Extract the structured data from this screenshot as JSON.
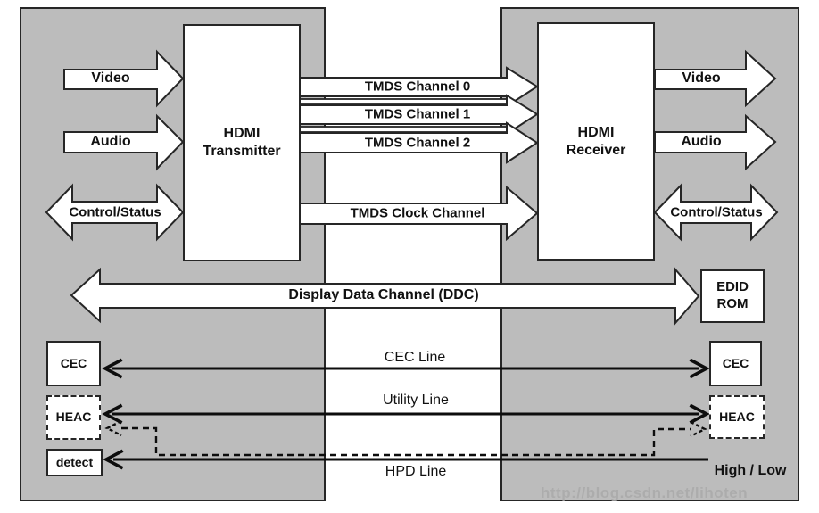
{
  "transmitter": {
    "line1": "HDMI",
    "line2": "Transmitter"
  },
  "receiver": {
    "line1": "HDMI",
    "line2": "Receiver"
  },
  "left_arrows": {
    "video": "Video",
    "audio": "Audio",
    "control": "Control/Status"
  },
  "right_arrows": {
    "video": "Video",
    "audio": "Audio",
    "control": "Control/Status"
  },
  "tmds": {
    "channel0": "TMDS Channel 0",
    "channel1": "TMDS Channel 1",
    "channel2": "TMDS Channel 2",
    "clock": "TMDS Clock Channel"
  },
  "ddc": {
    "label": "Display Data Channel (DDC)"
  },
  "edid": {
    "line1": "EDID",
    "line2": "ROM"
  },
  "lines": {
    "cec": "CEC Line",
    "utility": "Utility Line",
    "hpd": "HPD Line",
    "hpd_state": "High / Low"
  },
  "boxes": {
    "cec_left": "CEC",
    "heac_left": "HEAC",
    "detect": "detect",
    "cec_right": "CEC",
    "heac_right": "HEAC"
  },
  "watermark": "http://blog.csdn.net/lihoten",
  "colors": {
    "panel_gray": "#bcbcbc",
    "outline": "#262626",
    "line": "#0d0d0d",
    "fill": "#ffffff"
  }
}
